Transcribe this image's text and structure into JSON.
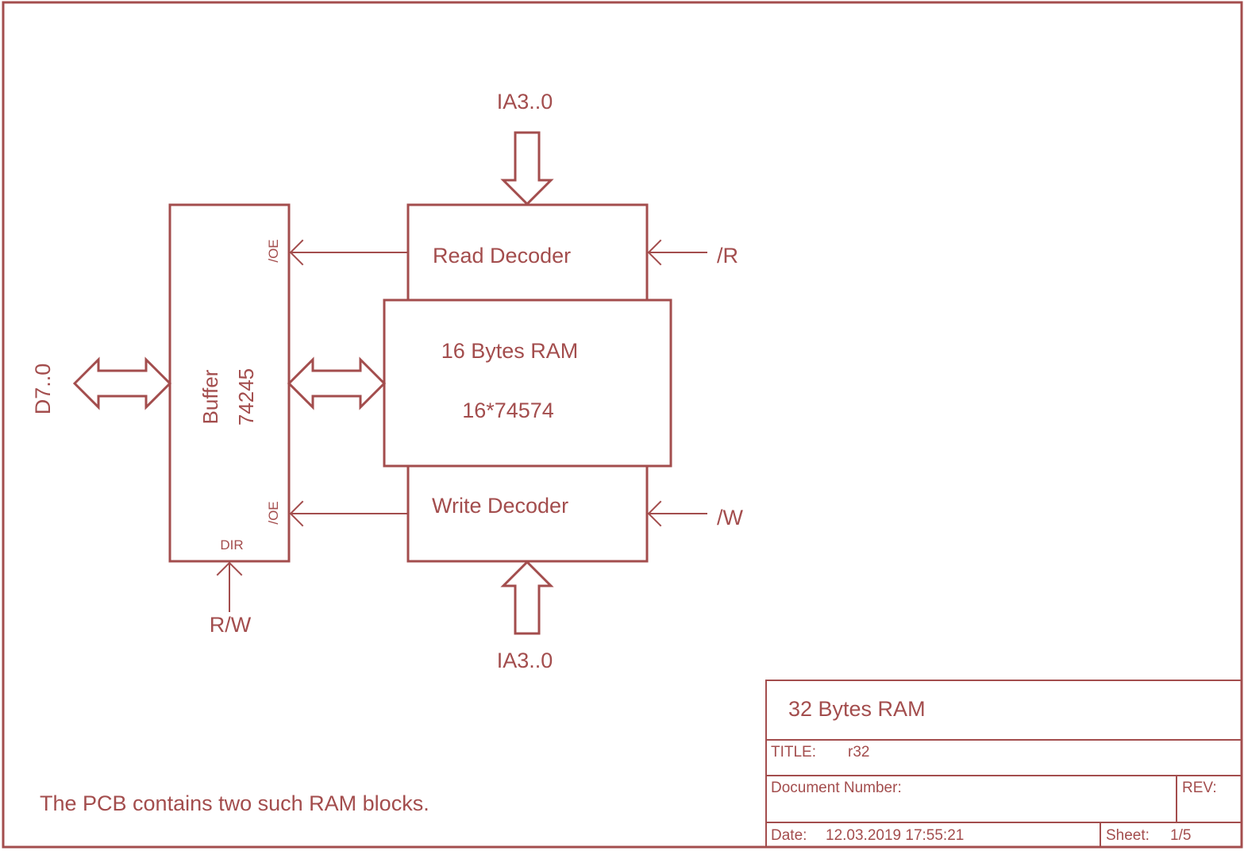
{
  "color": {
    "line": "#a34d4d",
    "background": "#ffffff"
  },
  "blocks": {
    "buffer": {
      "name": "Buffer",
      "part": "74245",
      "pins": {
        "oe_top": "/OE",
        "oe_bottom": "/OE",
        "dir": "DIR"
      }
    },
    "read_decoder": {
      "label": "Read Decoder"
    },
    "ram": {
      "label": "16 Bytes RAM",
      "part": "16*74574"
    },
    "write_decoder": {
      "label": "Write Decoder"
    }
  },
  "signals": {
    "data_bus": "D7..0",
    "addr_top": "IA3..0",
    "addr_bottom": "IA3..0",
    "read": "/R",
    "write": "/W",
    "rw": "R/W"
  },
  "note": "The PCB contains two such RAM blocks.",
  "title_block": {
    "heading": "32 Bytes RAM",
    "title_label": "TITLE:",
    "title_value": "r32",
    "doc_number_label": "Document Number:",
    "doc_number_value": "",
    "rev_label": "REV:",
    "rev_value": "",
    "date_label": "Date:",
    "date_value": "12.03.2019 17:55:21",
    "sheet_label": "Sheet:",
    "sheet_value": "1/5"
  }
}
